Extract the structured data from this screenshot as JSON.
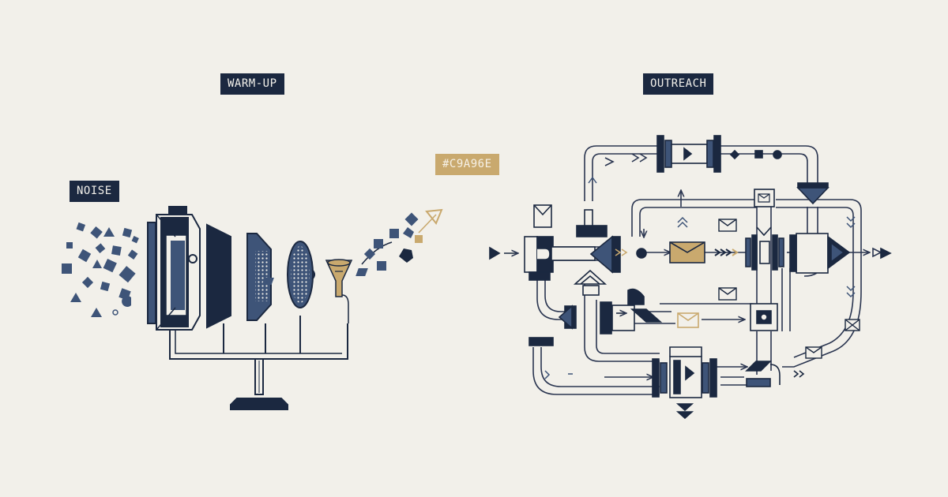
{
  "labels": {
    "warmup": "WARM-UP",
    "outreach": "OUTREACH",
    "noise": "NOISE",
    "swatch": "#C9A96E"
  },
  "colors": {
    "background": "#f2f0ea",
    "navy": "#1b2840",
    "slate": "#3e5478",
    "gold": "#c9a96e",
    "line": "#2a3550"
  }
}
